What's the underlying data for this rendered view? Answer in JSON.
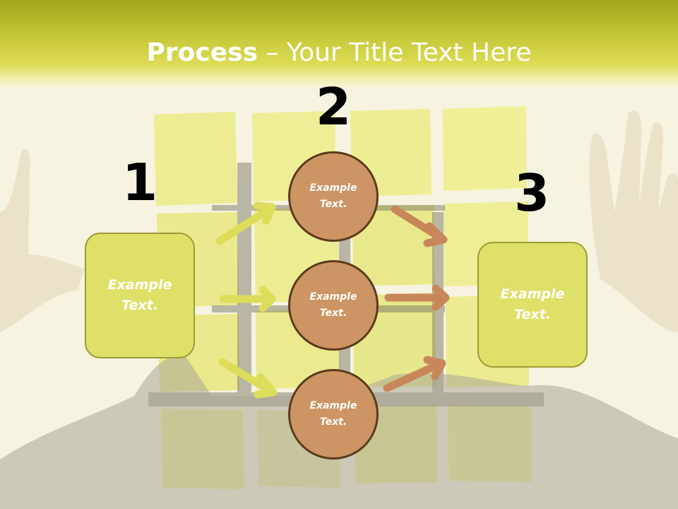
{
  "slide": {
    "title_bold": "Process",
    "title_rest": " – Your Title Text Here"
  },
  "steps": {
    "step1_number": "1",
    "step2_number": "2",
    "step3_number": "3"
  },
  "nodes": {
    "left_box_text": "Example Text.",
    "circle_top_text": "Example Text.",
    "circle_middle_text": "Example Text.",
    "circle_bottom_text": "Example Text.",
    "right_box_text": "Example Text."
  },
  "colors": {
    "header_band": "#c4c736",
    "box_fill": "#dfe068",
    "box_border": "#9a9b39",
    "circle_fill": "#cd9564",
    "circle_border": "#5b3a1d",
    "arrow_yellow": "#dcdd5a",
    "arrow_brown": "#c8875a"
  }
}
